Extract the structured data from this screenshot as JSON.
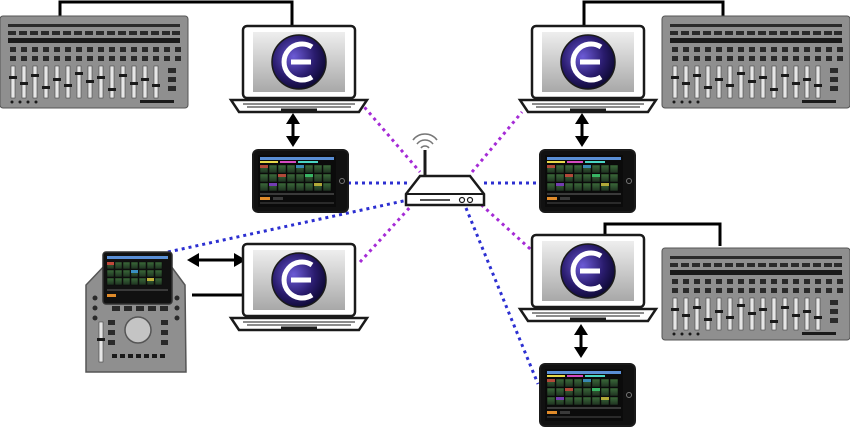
{
  "diagram": {
    "laptops": [
      {
        "id": "laptop-top-left"
      },
      {
        "id": "laptop-top-right"
      },
      {
        "id": "laptop-bottom-left"
      },
      {
        "id": "laptop-bottom-right"
      }
    ],
    "tablets": [
      {
        "id": "tablet-left"
      },
      {
        "id": "tablet-right"
      },
      {
        "id": "tablet-bottom-right"
      }
    ],
    "consoles": [
      {
        "id": "console-top-left"
      },
      {
        "id": "console-top-right"
      },
      {
        "id": "console-bottom-right"
      }
    ],
    "colors": {
      "wifi_link": "#a52bd6",
      "lan_link": "#2c2fd1",
      "console_body": "#8f8f8f",
      "device_outline": "#1a1a1a",
      "logo_bg": "#2a1c6e"
    }
  }
}
